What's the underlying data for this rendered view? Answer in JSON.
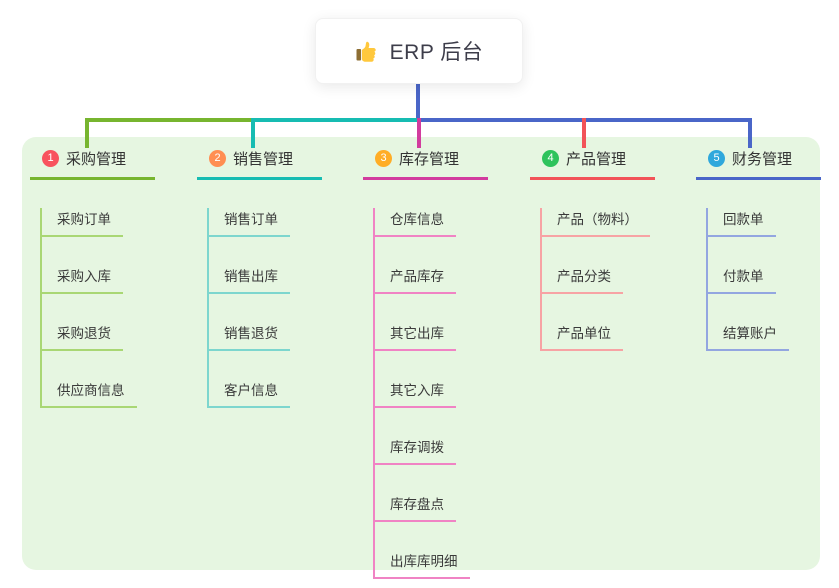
{
  "root": {
    "label": "ERP 后台",
    "icon": "thumbs-up-icon"
  },
  "colors": {
    "page_bg": "#ffffff",
    "panel_bg": "#E6F6E1",
    "root_connector": "#4A66C8",
    "root_text": "#3d3d4a",
    "node_text": "#3a3a3a"
  },
  "branches": [
    {
      "num": "1",
      "label": "采购管理",
      "color": "#77B52F",
      "light_color": "#A9D774",
      "badge_color": "#F8535E",
      "children": [
        "采购订单",
        "采购入库",
        "采购退货",
        "供应商信息"
      ]
    },
    {
      "num": "2",
      "label": "销售管理",
      "color": "#17BCB2",
      "light_color": "#7DD6CE",
      "badge_color": "#FF8E51",
      "children": [
        "销售订单",
        "销售出库",
        "销售退货",
        "客户信息"
      ]
    },
    {
      "num": "3",
      "label": "库存管理",
      "color": "#D23C9E",
      "light_color": "#F083C4",
      "badge_color": "#FFAD26",
      "children": [
        "仓库信息",
        "产品库存",
        "其它出库",
        "其它入库",
        "库存调拨",
        "库存盘点",
        "出库库明细"
      ]
    },
    {
      "num": "4",
      "label": "产品管理",
      "color": "#F25358",
      "light_color": "#F7A3A4",
      "badge_color": "#2EC35C",
      "children": [
        "产品（物料）",
        "产品分类",
        "产品单位"
      ]
    },
    {
      "num": "5",
      "label": "财务管理",
      "color": "#4A66C8",
      "light_color": "#93A6E0",
      "badge_color": "#2FA8DC",
      "children": [
        "回款单",
        "付款单",
        "结算账户"
      ]
    }
  ]
}
